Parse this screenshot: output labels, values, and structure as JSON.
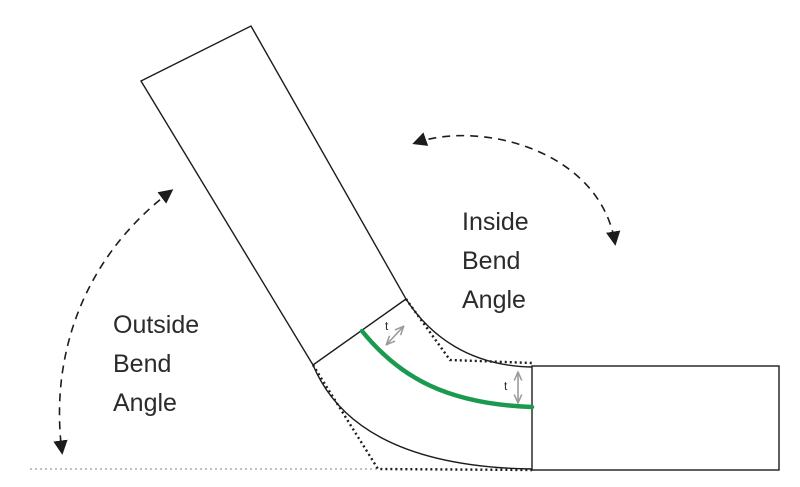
{
  "labels": {
    "inside_bend_angle": [
      "Inside",
      "Bend",
      "Angle"
    ],
    "outside_bend_angle": [
      "Outside",
      "Bend",
      "Angle"
    ],
    "thickness": "t"
  },
  "colors": {
    "neutral_axis": "#1a9a4e",
    "outline": "#1c1c1c",
    "dimension_arrow": "#9a9a9a",
    "baseline": "#9a9a9a"
  },
  "icons": {
    "thickness_arrow": "double-arrow-icon",
    "angle_arrow": "curved-dashed-arrow-icon"
  }
}
